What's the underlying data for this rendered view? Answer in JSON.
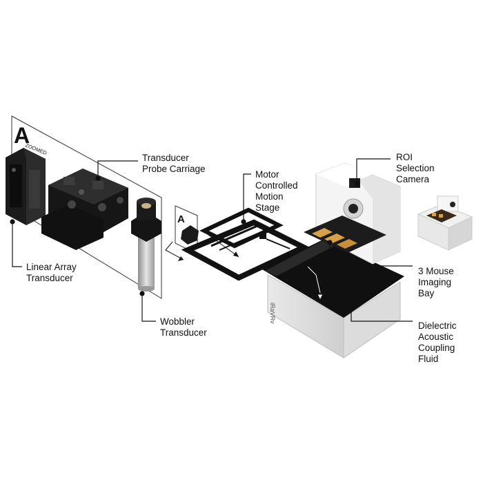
{
  "zoom_panel": {
    "letter": "A",
    "caption": "ZOOMED"
  },
  "small_marker": {
    "letter": "A"
  },
  "device_brand": "iRaVRv",
  "labels": {
    "transducer_probe_carriage": [
      "Transducer",
      "Probe Carriage"
    ],
    "motor_controlled_motion_stage": [
      "Motor",
      "Controlled",
      "Motion",
      "Stage"
    ],
    "roi_selection_camera": [
      "ROI",
      "Selection",
      "Camera"
    ],
    "linear_array_transducer": [
      "Linear Array",
      "Transducer"
    ],
    "wobbler_transducer": [
      "Wobbler",
      "Transducer"
    ],
    "three_mouse_imaging_bay": [
      "3 Mouse",
      "Imaging",
      "Bay"
    ],
    "dielectric_acoustic_coupling_fluid": [
      "Dielectric",
      "Acoustic",
      "Coupling",
      "Fluid"
    ]
  },
  "colors": {
    "ink": "#111111",
    "device_white": "#f2f2f2",
    "device_shadow": "#c9c9c9",
    "bay_orange": "#d9a04a"
  }
}
